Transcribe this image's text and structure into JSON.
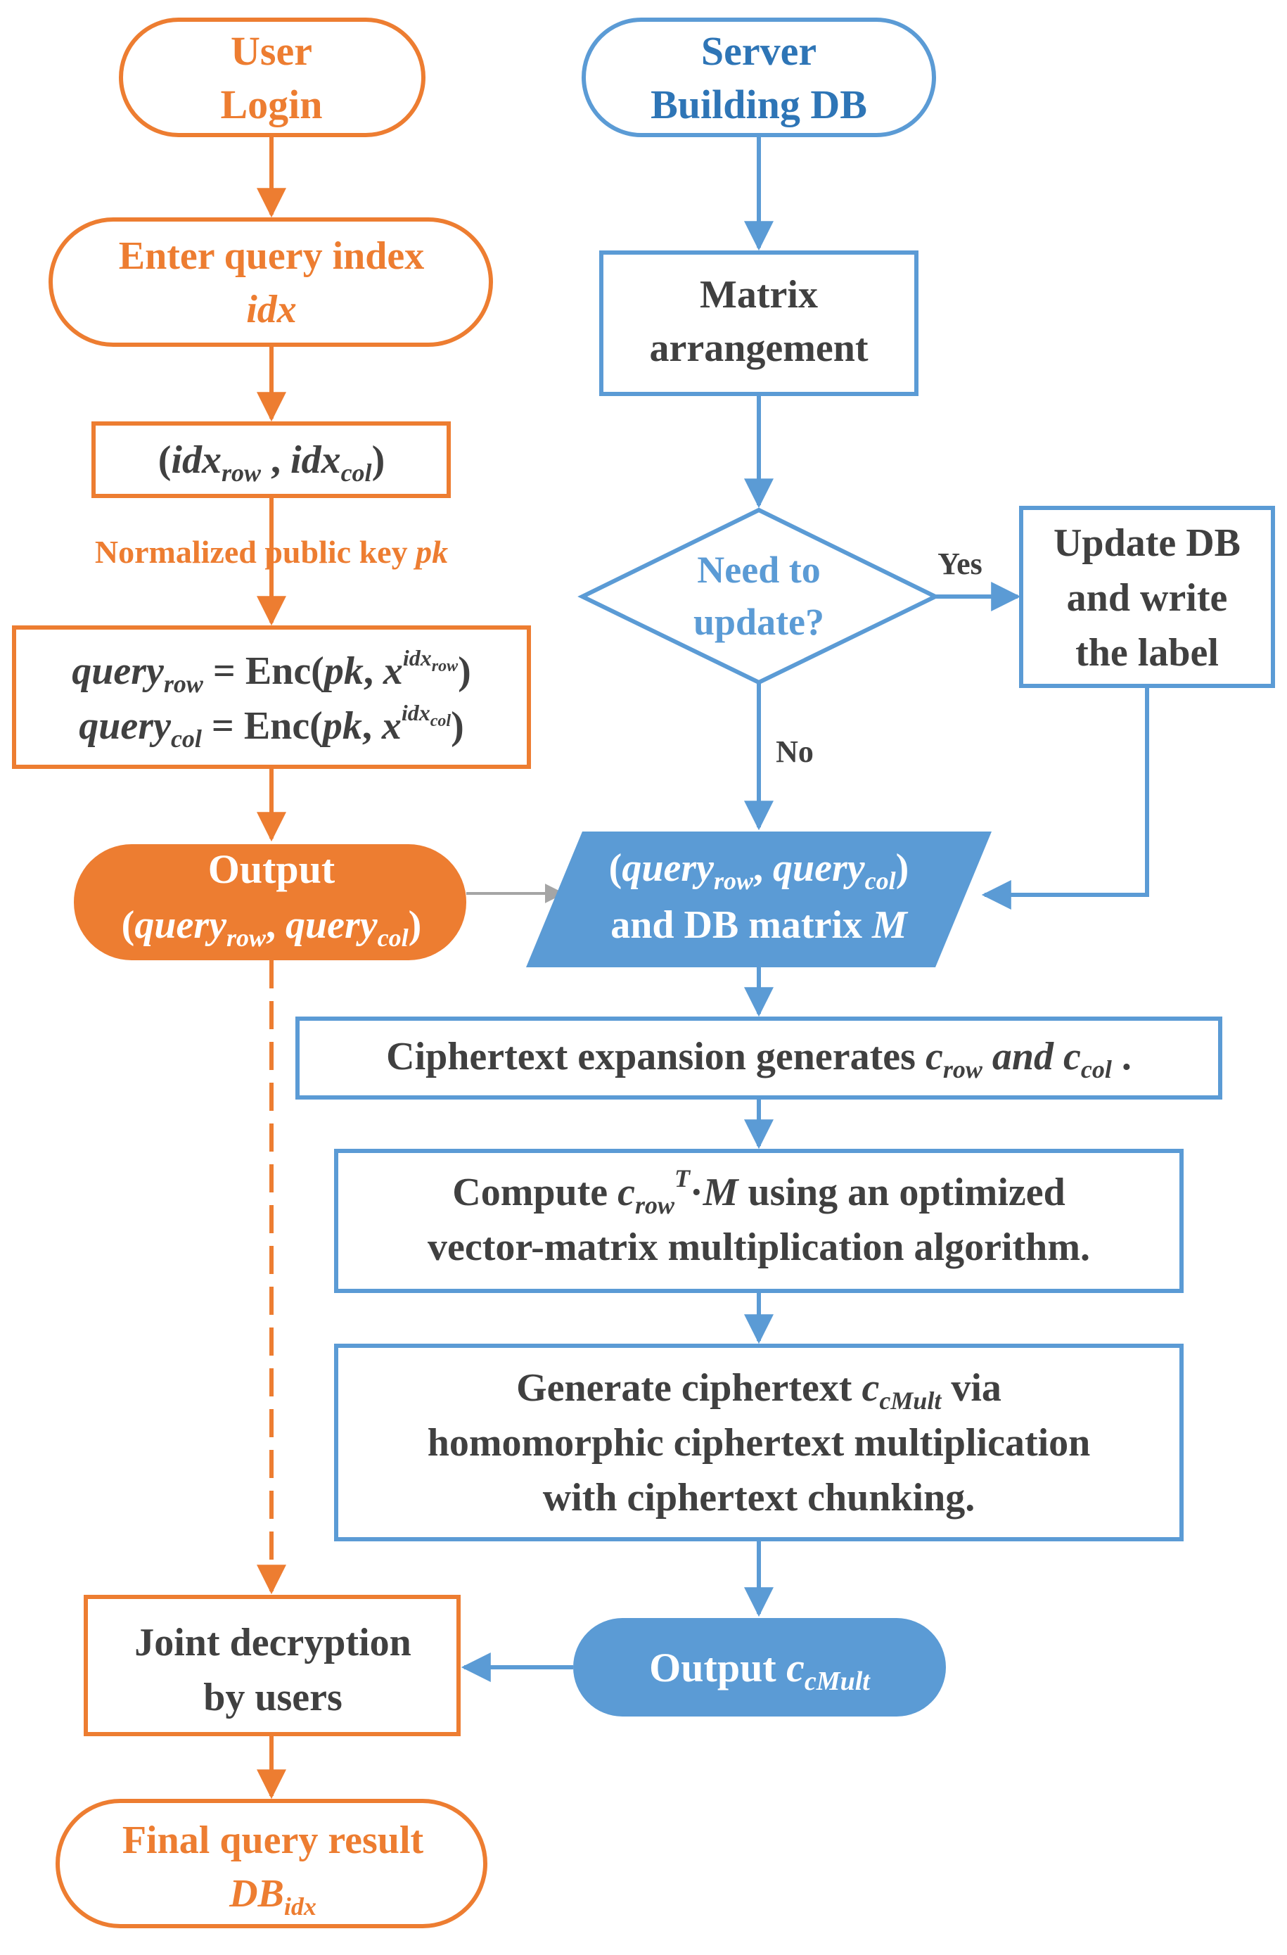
{
  "colors": {
    "orange": "#ED7D31",
    "blue": "#5B9BD5",
    "dark_blue": "#2E75B6",
    "text_gray": "#404040",
    "connector_gray": "#A5A5A5"
  },
  "user_login": {
    "line1": "User",
    "line2": "Login"
  },
  "enter_query": {
    "line1": "Enter query index",
    "line2": "idx"
  },
  "index_pair": {
    "open": "(",
    "idx": "idx",
    "row": "row",
    "comma": " , ",
    "col": "col",
    "close": ")"
  },
  "pk_label": {
    "text": "Normalized public key ",
    "pk": "pk"
  },
  "encryption": {
    "query": "query",
    "row": "row",
    "col": "col",
    "enc": " = Enc(",
    "pk": "pk",
    "comma": ", ",
    "x": "x",
    "idx": "idx",
    "close": ")"
  },
  "output_query": {
    "line1": "Output",
    "open": "(",
    "query": "query",
    "row": "row",
    "comma": ", ",
    "col": "col",
    "close": ")"
  },
  "server": {
    "line1": "Server",
    "line2": "Building DB"
  },
  "matrix_arrangement": {
    "line1": "Matrix",
    "line2": "arrangement"
  },
  "decision": {
    "line1": "Need to",
    "line2": "update?",
    "yes": "Yes",
    "no": "No"
  },
  "update_db": {
    "line1": "Update DB",
    "line2": "and write",
    "line3": "the label"
  },
  "input_data": {
    "open": "(",
    "query": "query",
    "row": "row",
    "comma": ", ",
    "col": "col",
    "close": ")",
    "line2a": "and DB matrix ",
    "M": "M"
  },
  "expansion": {
    "text": "Ciphertext expansion generates ",
    "c": "c",
    "row": "row",
    "and": " and ",
    "col": "col",
    "end": " ."
  },
  "compute": {
    "text1": "Compute ",
    "c": "c",
    "row": "row",
    "T": "T",
    "dot": "·",
    "M": "M",
    "text2": " using an optimized",
    "line2": "vector-matrix multiplication algorithm."
  },
  "generate": {
    "text1": "Generate ciphertext ",
    "c": "c",
    "sub": "cMult",
    "text2": " via",
    "line2": "homomorphic ciphertext multiplication",
    "line3": "with ciphertext chunking."
  },
  "output_cmult": {
    "text": "Output ",
    "c": "c",
    "sub": "cMult"
  },
  "joint_decryption": {
    "line1": "Joint decryption",
    "line2": "by users"
  },
  "final_result": {
    "line1": "Final query result",
    "DB": "DB",
    "idx": "idx"
  }
}
